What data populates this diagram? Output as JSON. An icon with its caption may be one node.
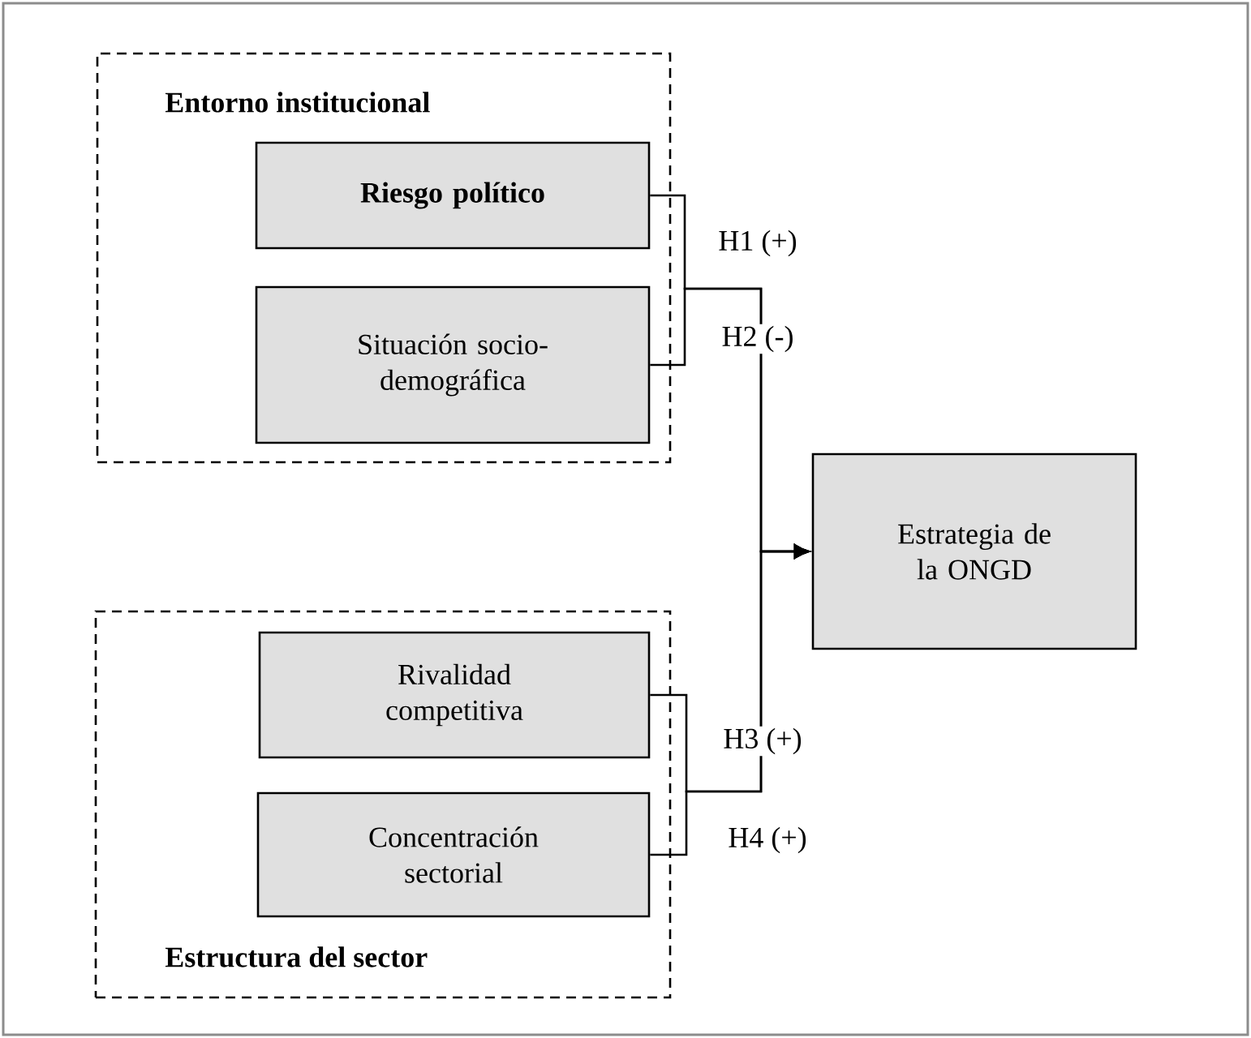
{
  "diagram": {
    "nodes": [
      {
        "text": [
          "Entorno institucional"
        ]
      },
      {
        "text": [
          "Riesgo político"
        ],
        "in": 0
      },
      {
        "text": [
          "Situación socio- demográfica"
        ],
        "in": 0
      },
      {
        "text": [
          "Estrategia de la ONGD"
        ]
      },
      {
        "text": [
          "Estructura del sector"
        ]
      },
      {
        "text": [
          "Rivalidad competitiva"
        ],
        "in": 4
      },
      {
        "text": [
          "Concentración sectorial"
        ],
        "in": 4
      }
    ],
    "edges": [
      {
        "from": 1,
        "to": 3,
        "arrow": "to",
        "label": "H1 (+)"
      },
      {
        "from": 2,
        "to": 3,
        "arrow": "to",
        "label": "H2 (-)"
      },
      {
        "from": 5,
        "to": 3,
        "arrow": "to",
        "label": "H3 (+)"
      },
      {
        "from": 6,
        "to": 3,
        "arrow": "to",
        "label": "H4 (+)"
      }
    ]
  }
}
